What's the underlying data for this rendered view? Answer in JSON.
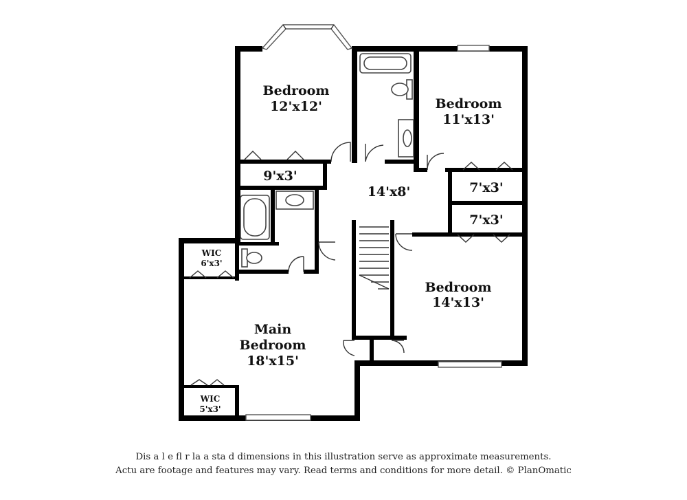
{
  "rooms": {
    "bedroom_nw": {
      "name": "Bedroom",
      "size": "12'x12'"
    },
    "bedroom_ne": {
      "name": "Bedroom",
      "size": "11'x13'"
    },
    "bedroom_se": {
      "name": "Bedroom",
      "size": "14'x13'"
    },
    "main_bedroom": {
      "name_line1": "Main",
      "name_line2": "Bedroom",
      "size": "18'x15'"
    },
    "hall": {
      "size": "14'x8'"
    },
    "closet_nw": {
      "size": "9'x3'"
    },
    "closet_ne": {
      "size": "7'x3'"
    },
    "closet_e": {
      "size": "7'x3'"
    },
    "wic_upper": {
      "name": "WIC",
      "size": "6'x3'"
    },
    "wic_lower": {
      "name": "WIC",
      "size": "5'x3'"
    }
  },
  "disclaimer": {
    "line1": "Dis  a     l  e fl    r  la  a    sta   d dimensions in this illustration serve as approximate measurements.",
    "line2": "Actu    are footage and features may vary. Read terms and conditions for more detail. © PlanOmatic"
  }
}
